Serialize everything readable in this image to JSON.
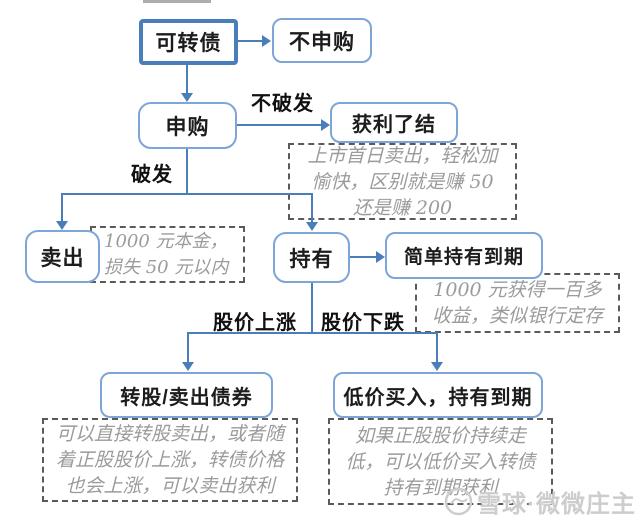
{
  "nodes": {
    "convertible_bond": {
      "label": "可转债"
    },
    "no_subscribe": {
      "label": "不申购"
    },
    "subscribe": {
      "label": "申购"
    },
    "take_profit": {
      "label": "获利了结"
    },
    "sell": {
      "label": "卖出"
    },
    "hold": {
      "label": "持有"
    },
    "hold_to_maturity": {
      "label": "简单持有到期"
    },
    "convert_or_sell": {
      "label": "转股/卖出债券"
    },
    "buy_low_hold": {
      "label": "低价买入，持有到期"
    }
  },
  "edge_labels": {
    "no_break": "不破发",
    "break": "破发",
    "price_up": "股价上涨",
    "price_down": "股价下跌"
  },
  "annotations": {
    "take_profit_note": {
      "lines": [
        "上市首日卖出，轻松加",
        "愉快，区别就是赚 50",
        "还是赚 200"
      ]
    },
    "sell_note": {
      "lines": [
        "1000 元本金，",
        "损失 50 元以内"
      ]
    },
    "hold_note": {
      "lines": [
        "1000 元获得一百多",
        "收益，类似银行定存"
      ]
    },
    "convert_note": {
      "lines": [
        "可以直接转股卖出，或者随",
        "着正股股价上涨，转债价格",
        "也会上涨，可以卖出获利"
      ]
    },
    "buy_low_note": {
      "lines": [
        "如果正股股价持续走",
        "低，可以低价买入转债",
        "持有到期获利"
      ]
    }
  },
  "watermark": {
    "text": "雪球·微微庄主"
  },
  "colors": {
    "arrow": "#4a7ebb",
    "node_border": "#7da5d8",
    "root_border": "#4a7ebb",
    "annotation_text": "#9b9b9b",
    "dashed_border": "#5a5a5a",
    "watermark_text": "#cdcdcd"
  }
}
